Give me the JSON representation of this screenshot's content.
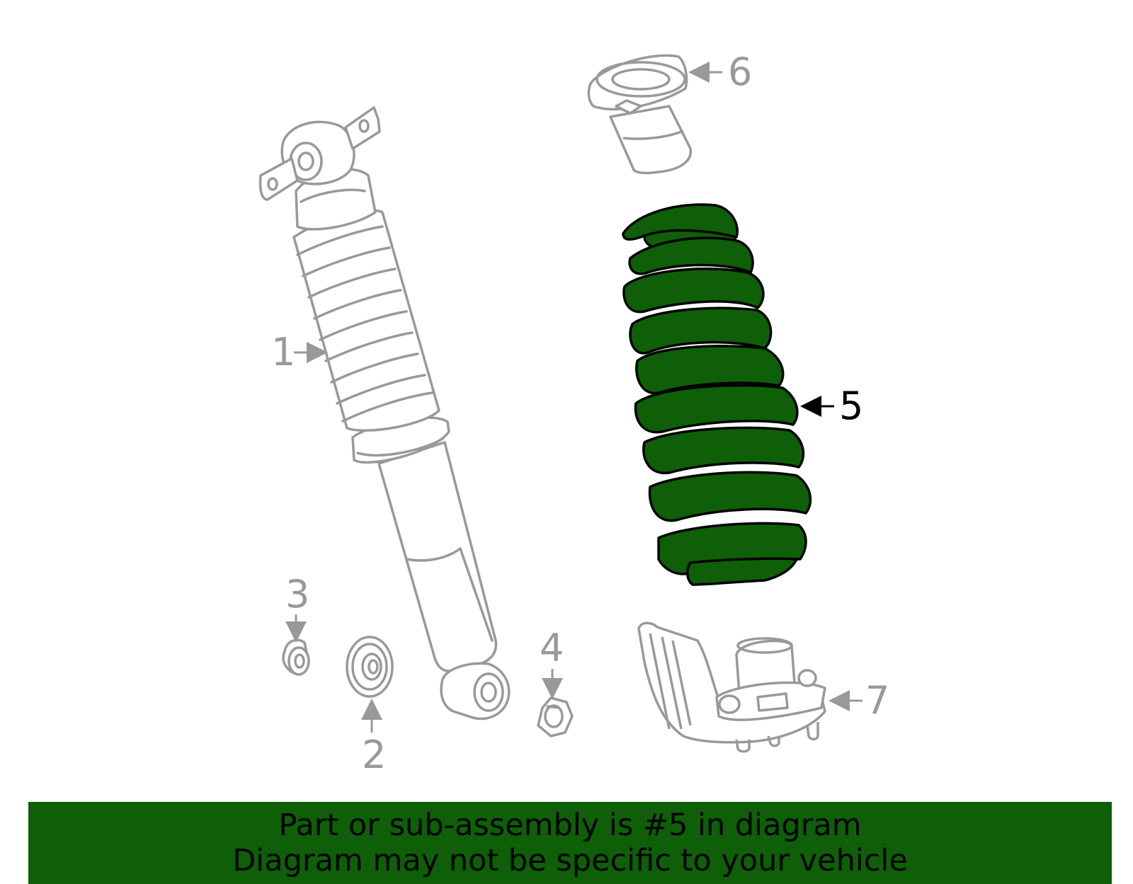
{
  "diagram": {
    "highlight_color": "#0e5f08",
    "line_color": "#999999",
    "highlighted_part": "5",
    "callouts": [
      {
        "id": "1",
        "label": "1"
      },
      {
        "id": "2",
        "label": "2"
      },
      {
        "id": "3",
        "label": "3"
      },
      {
        "id": "4",
        "label": "4"
      },
      {
        "id": "5",
        "label": "5"
      },
      {
        "id": "6",
        "label": "6"
      },
      {
        "id": "7",
        "label": "7"
      }
    ],
    "parts": [
      {
        "number": "1",
        "name": "shock-absorber"
      },
      {
        "number": "2",
        "name": "washer"
      },
      {
        "number": "3",
        "name": "bushing"
      },
      {
        "number": "4",
        "name": "nut"
      },
      {
        "number": "5",
        "name": "coil-spring"
      },
      {
        "number": "6",
        "name": "upper-spring-seat"
      },
      {
        "number": "7",
        "name": "lower-spring-seat"
      }
    ]
  },
  "banner": {
    "line1": "Part or sub-assembly is #5 in diagram",
    "line2": "Diagram may not be specific to your vehicle",
    "background": "#0e5f08"
  }
}
